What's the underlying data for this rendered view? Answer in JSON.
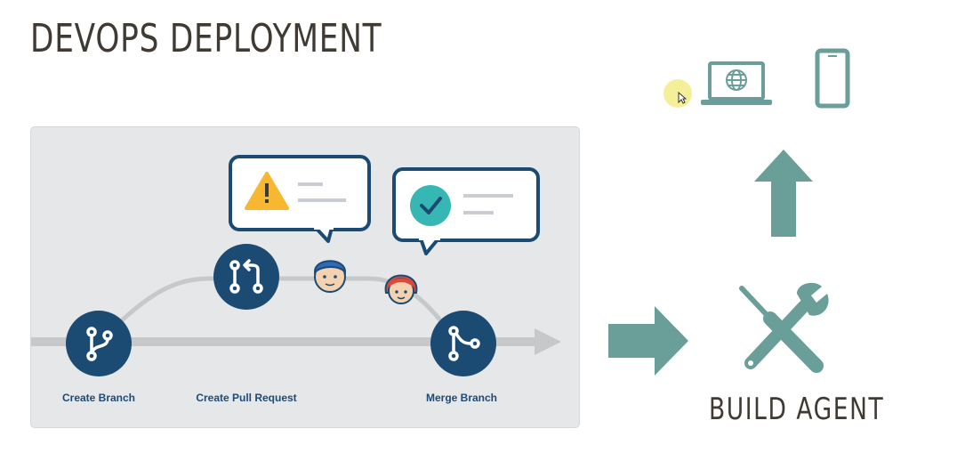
{
  "title": "DEVOPS DEPLOYMENT",
  "workflow": {
    "steps": [
      {
        "label": "Create Branch",
        "icon": "git-branch-icon"
      },
      {
        "label": "Create Pull Request",
        "icon": "pull-request-icon"
      },
      {
        "label": "Merge Branch",
        "icon": "git-merge-icon"
      }
    ],
    "callouts": [
      {
        "icon": "warning-icon"
      },
      {
        "icon": "checkmark-icon"
      }
    ],
    "reviewers": [
      "male-developer-avatar",
      "female-developer-avatar"
    ]
  },
  "build_agent": {
    "label": "BUILD AGENT",
    "icon": "tools-icon"
  },
  "targets": [
    {
      "icon": "laptop-globe-icon"
    },
    {
      "icon": "mobile-phone-icon"
    }
  ],
  "colors": {
    "node": "#1b4b73",
    "accent_teal": "#6a9e98",
    "warning": "#f7b731",
    "check": "#37b7b3",
    "text_dark": "#3f3a33"
  }
}
